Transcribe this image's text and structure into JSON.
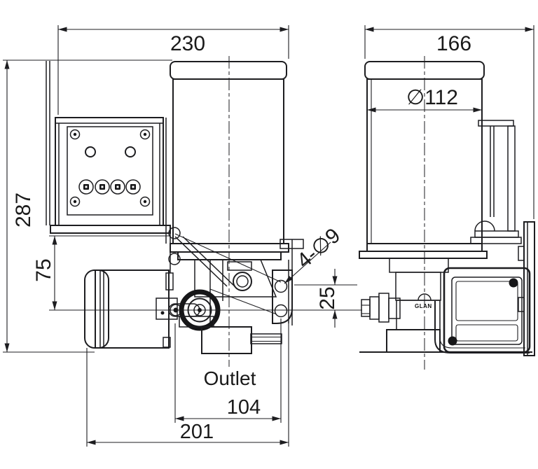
{
  "labels": {
    "outlet": "Outlet",
    "hole_callout": "4-∅9",
    "part_marking": "GLAN"
  },
  "dimensions": {
    "front_width": "230",
    "side_width": "166",
    "height": "287",
    "box_to_outlet": "75",
    "hole_pitch": "25",
    "reservoir_diameter": "∅112",
    "outlet_offset": "104",
    "base_length": "201"
  },
  "colors": {
    "background": "#ffffff",
    "line": "#1d1d20",
    "text": "#1a1a1a"
  }
}
